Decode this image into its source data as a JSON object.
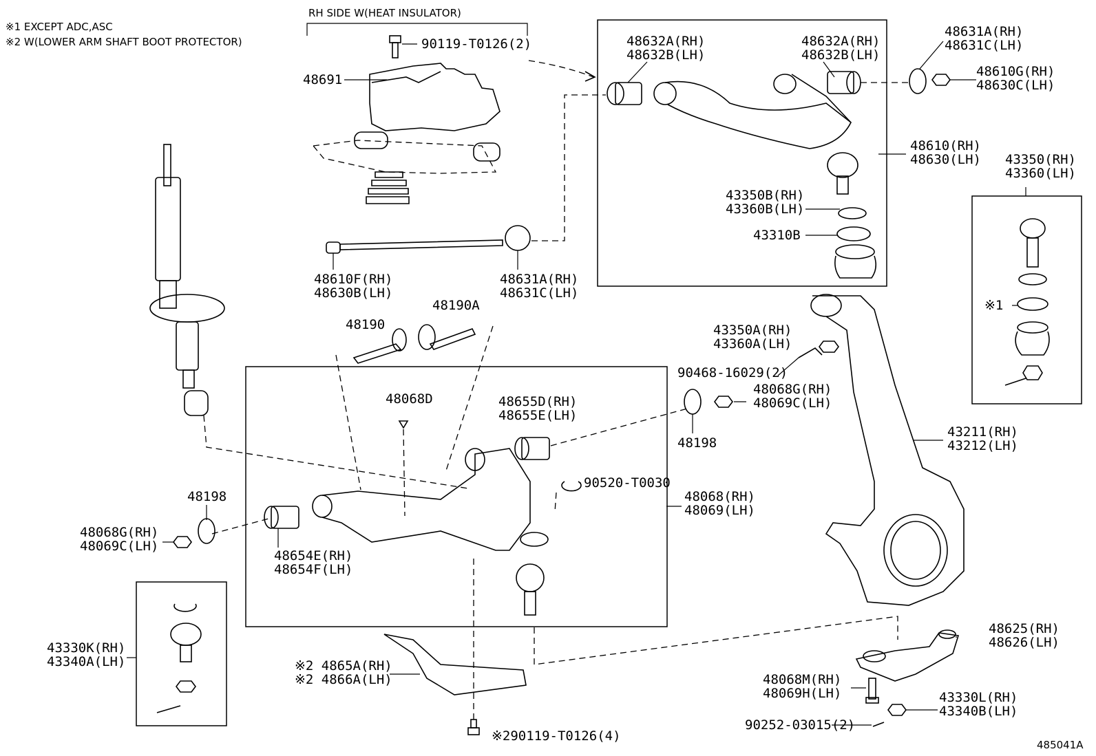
{
  "notes": {
    "n1": "※1 EXCEPT ADC,ASC",
    "n2": "※2  W(LOWER ARM SHAFT BOOT PROTECTOR)",
    "rh_side": "RH SIDE W(HEAT INSULATOR)"
  },
  "figure_id": "485041A",
  "labels": {
    "p90119a": "90119-T0126(2)",
    "p48691": "48691",
    "p48632a_1": "48632A(RH)",
    "p48632b_1": "48632B(LH)",
    "p48632a_2": "48632A(RH)",
    "p48632b_2": "48632B(LH)",
    "p48631a_top": "48631A(RH)",
    "p48631c_top": "48631C(LH)",
    "p48610g": "48610G(RH)",
    "p48630c": "48630C(LH)",
    "p48610": "48610(RH)",
    "p48630": "48630(LH)",
    "p43350b": "43350B(RH)",
    "p43360b": "43360B(LH)",
    "p43310b": "43310B",
    "p43350": "43350(RH)",
    "p43360": "43360(LH)",
    "p48610f": "48610F(RH)",
    "p48630b": "48630B(LH)",
    "p48631a_mid": "48631A(RH)",
    "p48631c_mid": "48631C(LH)",
    "p48190": "48190",
    "p48190a": "48190A",
    "p43350a": "43350A(RH)",
    "p43360a": "43360A(LH)",
    "p90468": "90468-16029(2)",
    "p48068d": "48068D",
    "p48655d": "48655D(RH)",
    "p48655e": "48655E(LH)",
    "p48068g_r": "48068G(RH)",
    "p48069c_r": "48069C(LH)",
    "p48198_r": "48198",
    "mark1": "※1",
    "p43211": "43211(RH)",
    "p43212": "43212(LH)",
    "p90520": "90520-T0030",
    "p48068": "48068(RH)",
    "p48069": "48069(LH)",
    "p48198_l": "48198",
    "p48068g_l": "48068G(RH)",
    "p48069c_l": "48069C(LH)",
    "p48654e": "48654E(RH)",
    "p48654f": "48654F(LH)",
    "p43330k": "43330K(RH)",
    "p43340a": "43340A(LH)",
    "p4865a": "※2 4865A(RH)",
    "p4866a": "※2 4866A(LH)",
    "p90119b": "※290119-T0126(4)",
    "p48625": "48625(RH)",
    "p48626": "48626(LH)",
    "p48068m": "48068M(RH)",
    "p48069h": "48069H(LH)",
    "p43330l": "43330L(RH)",
    "p43340b": "43340B(LH)",
    "p90252": "90252-03015(2)"
  }
}
